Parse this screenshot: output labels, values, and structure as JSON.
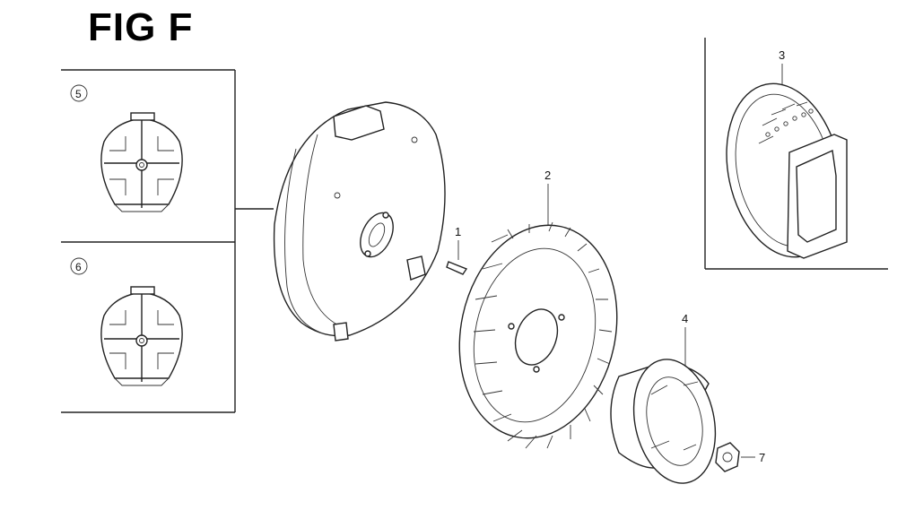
{
  "figure": {
    "title": "FIG F"
  },
  "callouts": {
    "p1": "1",
    "p2": "2",
    "p3": "3",
    "p4": "4",
    "p5": "5",
    "p6": "6",
    "p7": "7"
  },
  "colors": {
    "line": "#222222",
    "background": "#ffffff"
  }
}
